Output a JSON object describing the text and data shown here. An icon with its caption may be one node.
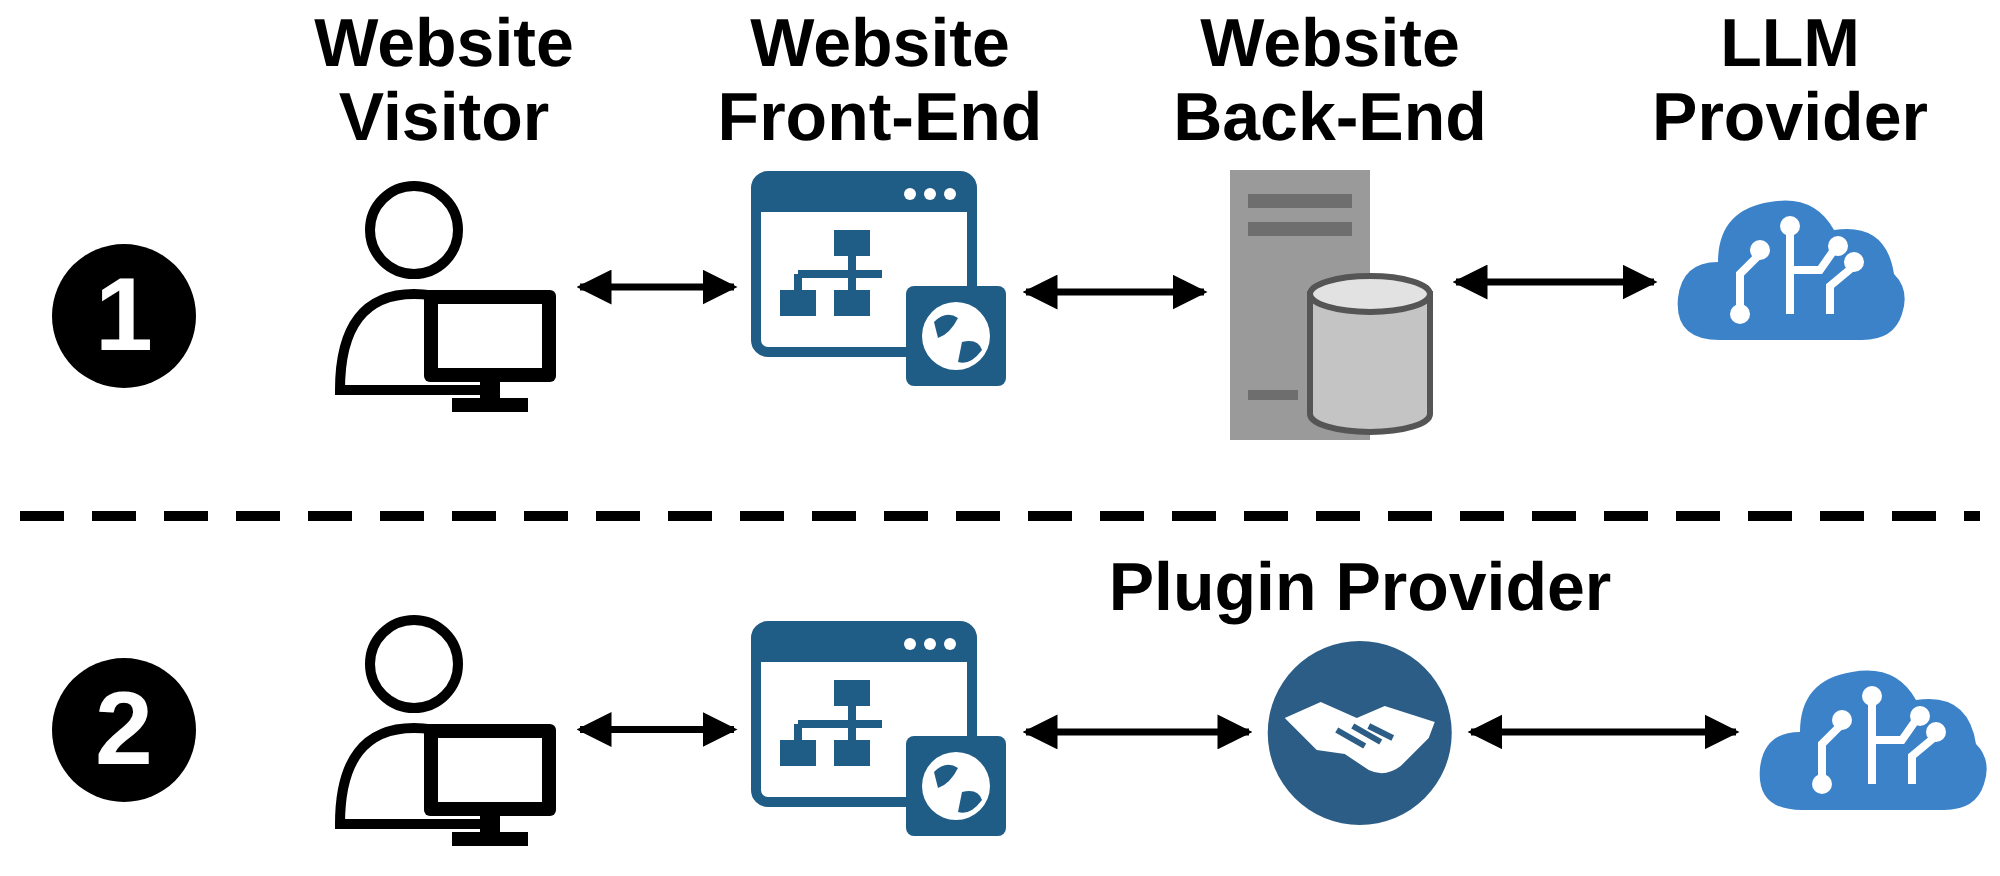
{
  "diagram": {
    "nodes": [
      {
        "text": [
          "1"
        ]
      },
      {
        "text": [
          "Website Visitor"
        ]
      },
      {
        "text": [
          "Website Front-End"
        ]
      },
      {
        "text": [
          "Website Back-End"
        ]
      },
      {
        "text": [
          "LLM Provider"
        ]
      },
      {
        "text": [
          "2"
        ]
      },
      {
        "text": [],
        "shape": "person"
      },
      {
        "text": [],
        "shape": "picture"
      },
      {
        "text": [
          "Plugin Provider"
        ]
      },
      {
        "text": [],
        "shape": "cloud"
      }
    ],
    "edges": [
      {
        "from": 1,
        "to": 2,
        "arrow": "both"
      },
      {
        "from": 2,
        "to": 3,
        "arrow": "both"
      },
      {
        "from": 3,
        "to": 4,
        "arrow": "both"
      },
      {
        "from": 6,
        "to": 7,
        "arrow": "both"
      },
      {
        "from": 7,
        "to": 8,
        "arrow": "both"
      },
      {
        "from": 8,
        "to": 9,
        "arrow": "both"
      }
    ]
  }
}
